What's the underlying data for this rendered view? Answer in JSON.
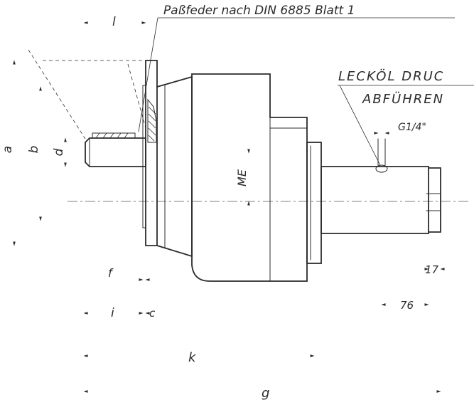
{
  "labels": {
    "keyway_note": "Paßfeder nach DIN 6885 Blatt 1",
    "leak_oil_line1": "LECKÖL DRUC",
    "leak_oil_line2": "ABFÜHREN",
    "thread": "G1/4\"",
    "me": "ME"
  },
  "dimensions": {
    "a": "a",
    "b": "b",
    "d": "d",
    "l": "l",
    "f": "f",
    "i": "i",
    "c": "c",
    "k": "k",
    "g": "g",
    "v17": "17",
    "v76": "76"
  }
}
